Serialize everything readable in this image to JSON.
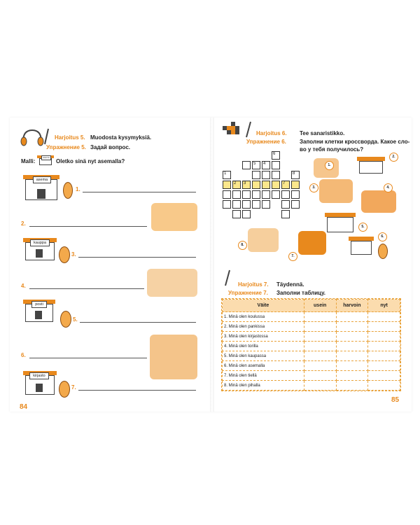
{
  "left_page": {
    "exercise": {
      "name_fi": "Harjoitus 5.",
      "task_fi": "Muodosta kysymyksiä.",
      "name_ru": "Упражнение 5.",
      "task_ru": "Задай вопрос."
    },
    "model": {
      "label": "Malli:",
      "sentence": "Oletko sinä nyt asemalla?",
      "sign": "asema"
    },
    "items": [
      {
        "num": "1.",
        "sign": "asema"
      },
      {
        "num": "2."
      },
      {
        "num": "3.",
        "sign": "kauppa"
      },
      {
        "num": "4."
      },
      {
        "num": "5.",
        "sign": "posti"
      },
      {
        "num": "6."
      },
      {
        "num": "7.",
        "sign": "kirjasto"
      }
    ],
    "page_number": "84"
  },
  "right_page": {
    "exercise6": {
      "name_fi": "Harjoitus 6.",
      "task_fi": "Tee sanaristikko.",
      "name_ru": "Упражнение 6.",
      "task_ru_line1": "Заполни клетки кроссворда. Какое сло-",
      "task_ru_line2": "во у тебя получилось?"
    },
    "crossword_numbers": [
      "1",
      "2",
      "3",
      "4",
      "5",
      "6",
      "7",
      "8"
    ],
    "picture_badges": [
      "1.",
      "2.",
      "3.",
      "4.",
      "5.",
      "6.",
      "7.",
      "8."
    ],
    "exercise7": {
      "name_fi": "Harjoitus 7.",
      "task_fi": "Täydennä.",
      "name_ru": "Упражнение 7.",
      "task_ru": "Заполни таблицу."
    },
    "table": {
      "headers": [
        "Väite",
        "usein",
        "harvoin",
        "nyt"
      ],
      "rows": [
        "1. Minä olen koulussa",
        "2. Minä olen pankissa",
        "3. Minä olen kirjastossa",
        "4. Minä olen torilla",
        "5. Minä olen kaupassa",
        "6. Minä olen asemalla",
        "7. Minä olen tiellä",
        "8. Minä olen pihalla"
      ]
    },
    "page_number": "85"
  },
  "colors": {
    "accent": "#e8891d",
    "highlight": "#fbe78c",
    "table_header": "#fbdcae"
  }
}
